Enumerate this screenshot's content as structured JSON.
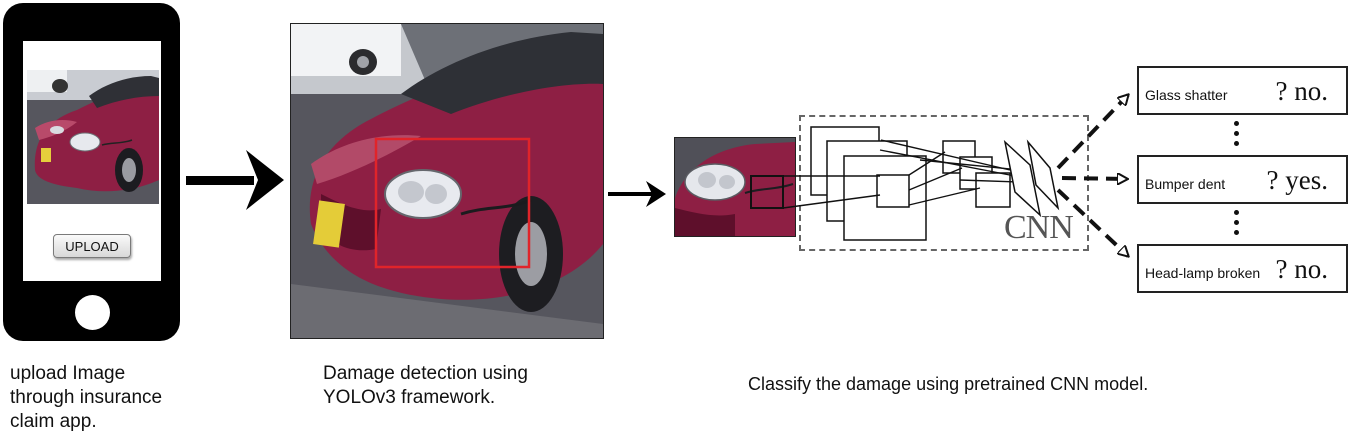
{
  "phone": {
    "upload_label": "UPLOAD"
  },
  "captions": {
    "step1": [
      "upload Image",
      "through insurance",
      "claim app."
    ],
    "step2": [
      "Damage detection using",
      "YOLOv3 framework."
    ],
    "step3": [
      "Classify the damage using pretrained CNN model."
    ]
  },
  "cnn": {
    "label": "CNN"
  },
  "classes": [
    {
      "name": "Glass shatter",
      "result": "? no."
    },
    {
      "name": "Bumper dent",
      "result": "? yes."
    },
    {
      "name": "Head-lamp broken",
      "result": "? no."
    }
  ],
  "colors": {
    "car_body": "#8e1f44",
    "detection_box": "#e0242a",
    "arrow": "#000000"
  },
  "icons": {
    "arrow1": "right-arrow",
    "arrow2": "right-arrow"
  }
}
